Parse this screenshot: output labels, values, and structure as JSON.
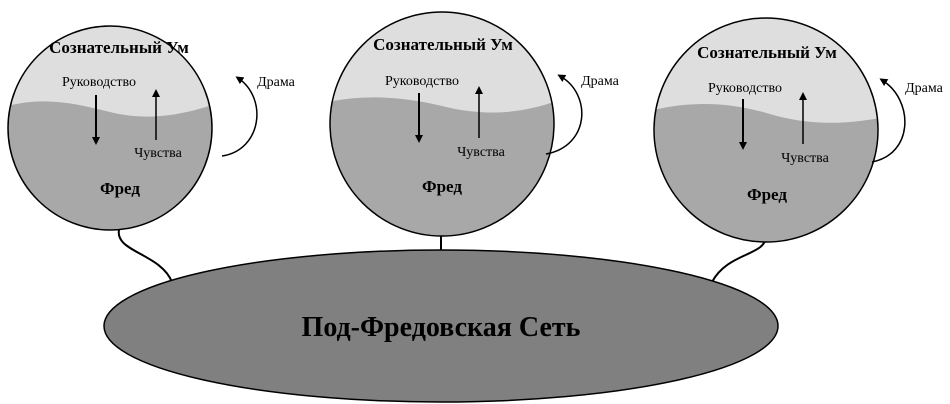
{
  "colors": {
    "upper_mind": "#dedede",
    "lower_mind": "#a8a8a8",
    "network": "#808080",
    "stroke": "#000000"
  },
  "minds": [
    {
      "conscious_label": "Сознательный Ум",
      "guidance_label": "Руководство",
      "feelings_label": "Чувства",
      "drama_label": "Драма",
      "name_label": "Фред"
    },
    {
      "conscious_label": "Сознательный Ум",
      "guidance_label": "Руководство",
      "feelings_label": "Чувства",
      "drama_label": "Драма",
      "name_label": "Фред"
    },
    {
      "conscious_label": "Сознательный Ум",
      "guidance_label": "Руководство",
      "feelings_label": "Чувства",
      "drama_label": "Драма",
      "name_label": "Фред"
    }
  ],
  "network": {
    "label": "Под-Фредовская Сеть"
  }
}
